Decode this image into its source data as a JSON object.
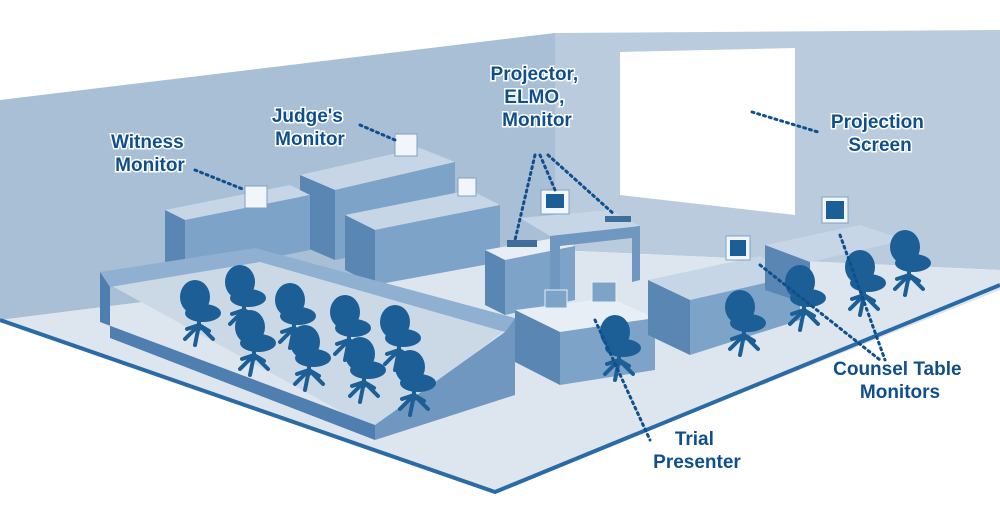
{
  "diagram": {
    "title": "Courtroom technology layout",
    "labels": {
      "witness_monitor": [
        "Witness",
        "Monitor"
      ],
      "judges_monitor": [
        "Judge's",
        "Monitor"
      ],
      "projector_elmo_monitor": [
        "Projector,",
        "ELMO,",
        "Monitor"
      ],
      "projection_screen": [
        "Projection",
        "Screen"
      ],
      "counsel_table_monitors": [
        "Counsel Table",
        "Monitors"
      ],
      "trial_presenter": [
        "Trial",
        "Presenter"
      ]
    },
    "colors": {
      "wall": "#a9bfd6",
      "wall_side": "#b8cbde",
      "floor": "#dfe7ef",
      "floor_edge": "#2a6aa5",
      "furniture": "#7da3c8",
      "furniture_dark": "#5a86b3",
      "chair": "#1c5e96",
      "label": "#0f4f8c",
      "screen": "#ffffff"
    }
  }
}
